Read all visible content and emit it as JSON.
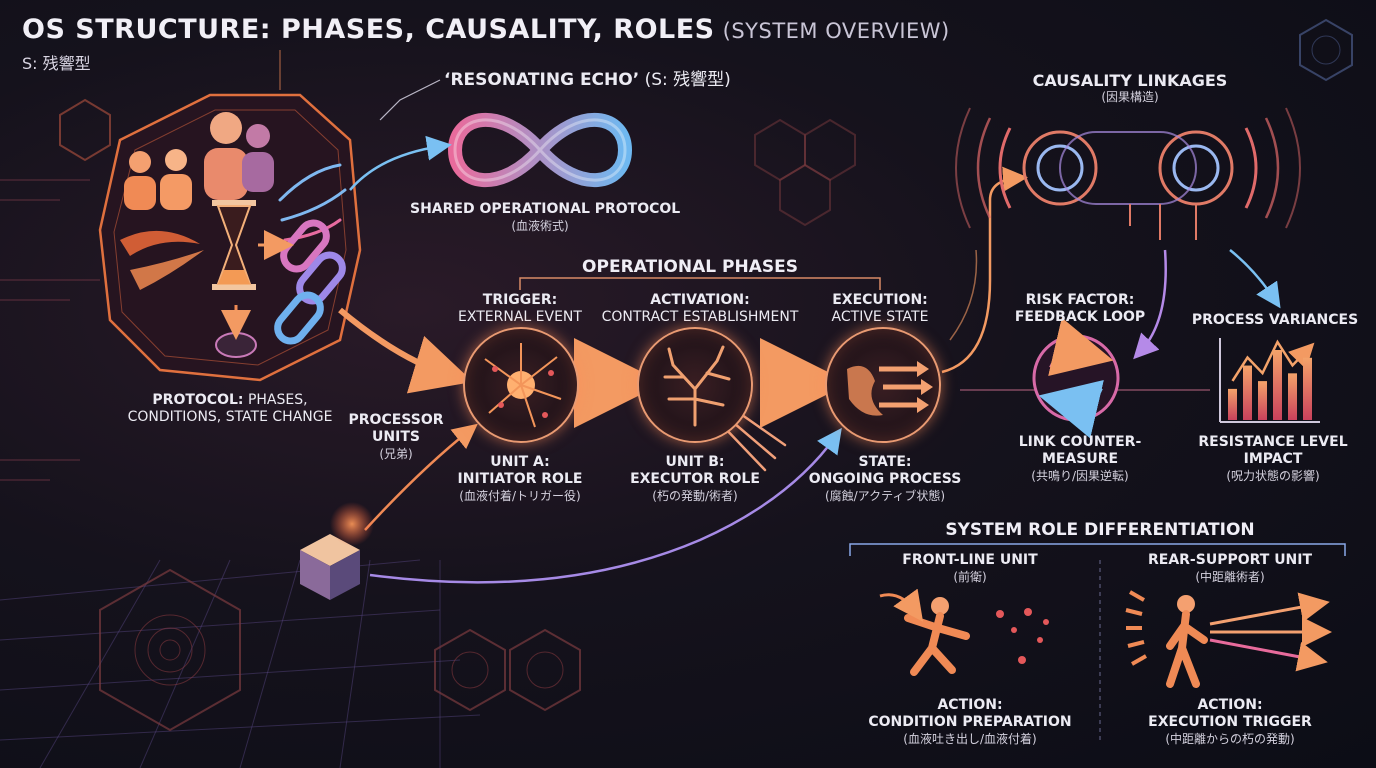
{
  "header": {
    "title": "OS STRUCTURE: PHASES, CAUSALITY, ROLES",
    "title_suffix": "(SYSTEM OVERVIEW)",
    "subtitle": "S: 残響型"
  },
  "resonating_echo": {
    "label": "‘RESONATING ECHO’",
    "label_suffix": "(S: 残響型)",
    "protocol": "SHARED OPERATIONAL PROTOCOL",
    "protocol_jp": "(血液術式)"
  },
  "protocol_block": {
    "line1_bold": "PROTOCOL:",
    "line1_rest": "PHASES,",
    "line2": "CONDITIONS, STATE CHANGE"
  },
  "processor": {
    "line1": "PROCESSOR",
    "line2": "UNITS",
    "jp": "(兄弟)"
  },
  "phases": {
    "heading": "OPERATIONAL PHASES",
    "items": [
      {
        "title": "TRIGGER:",
        "desc": "EXTERNAL EVENT",
        "unit": "UNIT A:",
        "role": "INITIATOR ROLE",
        "jp": "(血液付着/トリガー役)"
      },
      {
        "title": "ACTIVATION:",
        "desc": "CONTRACT ESTABLISHMENT",
        "unit": "UNIT B:",
        "role": "EXECUTOR ROLE",
        "jp": "(朽の発動/術者)"
      },
      {
        "title": "EXECUTION:",
        "desc": "ACTIVE STATE",
        "unit": "STATE:",
        "role": "ONGOING PROCESS",
        "jp": "(腐蝕/アクティブ状態)"
      }
    ]
  },
  "causality": {
    "heading": "CAUSALITY LINKAGES",
    "jp": "(因果構造)",
    "risk_title": "RISK FACTOR:",
    "risk_desc": "FEEDBACK LOOP",
    "counter_line1": "LINK COUNTER-",
    "counter_line2": "MEASURE",
    "counter_jp": "(共鳴り/因果逆転)",
    "variances": "PROCESS VARIANCES",
    "resistance_line1": "RESISTANCE LEVEL",
    "resistance_line2": "IMPACT",
    "resistance_jp": "(呪力状態の影響)"
  },
  "roles": {
    "heading": "SYSTEM ROLE DIFFERENTIATION",
    "front": {
      "name": "FRONT-LINE UNIT",
      "jp": "(前衛)",
      "action": "ACTION:",
      "action_desc": "CONDITION PREPARATION",
      "action_jp": "(血液吐き出し/血液付着)"
    },
    "rear": {
      "name": "REAR-SUPPORT UNIT",
      "jp": "(中距離術者)",
      "action": "ACTION:",
      "action_desc": "EXECUTION TRIGGER",
      "action_jp": "(中距離からの朽の発動)"
    }
  },
  "colors": {
    "accent_orange": "#f28a55",
    "accent_pink": "#d86aa8",
    "accent_blue": "#6fb8f0",
    "accent_purple": "#9a7ae0"
  },
  "chart_data": {
    "type": "bar",
    "categories": [],
    "values": [
      4,
      7,
      5,
      9,
      6,
      8
    ],
    "title": "",
    "xlabel": "",
    "ylabel": ""
  }
}
